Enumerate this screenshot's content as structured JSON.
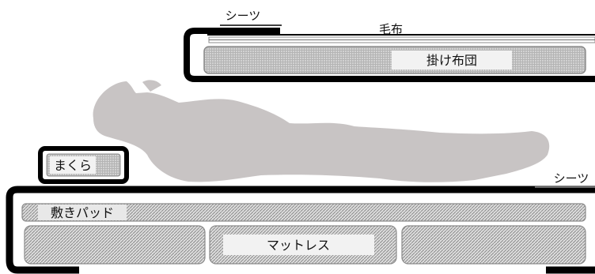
{
  "labels": {
    "sheet_top": "シーツ",
    "blanket": "毛布",
    "comforter": "掛け布団",
    "pillow": "まくら",
    "sheet_bottom": "シーツ",
    "bed_pad": "敷きパッド",
    "mattress": "マットレス"
  },
  "colors": {
    "frame": "#000000",
    "body": "#c8c4c4",
    "panel_fill": "#dcdcdc",
    "label_box": "#f2f2f2",
    "blanket_line": "#8c8c8c"
  }
}
